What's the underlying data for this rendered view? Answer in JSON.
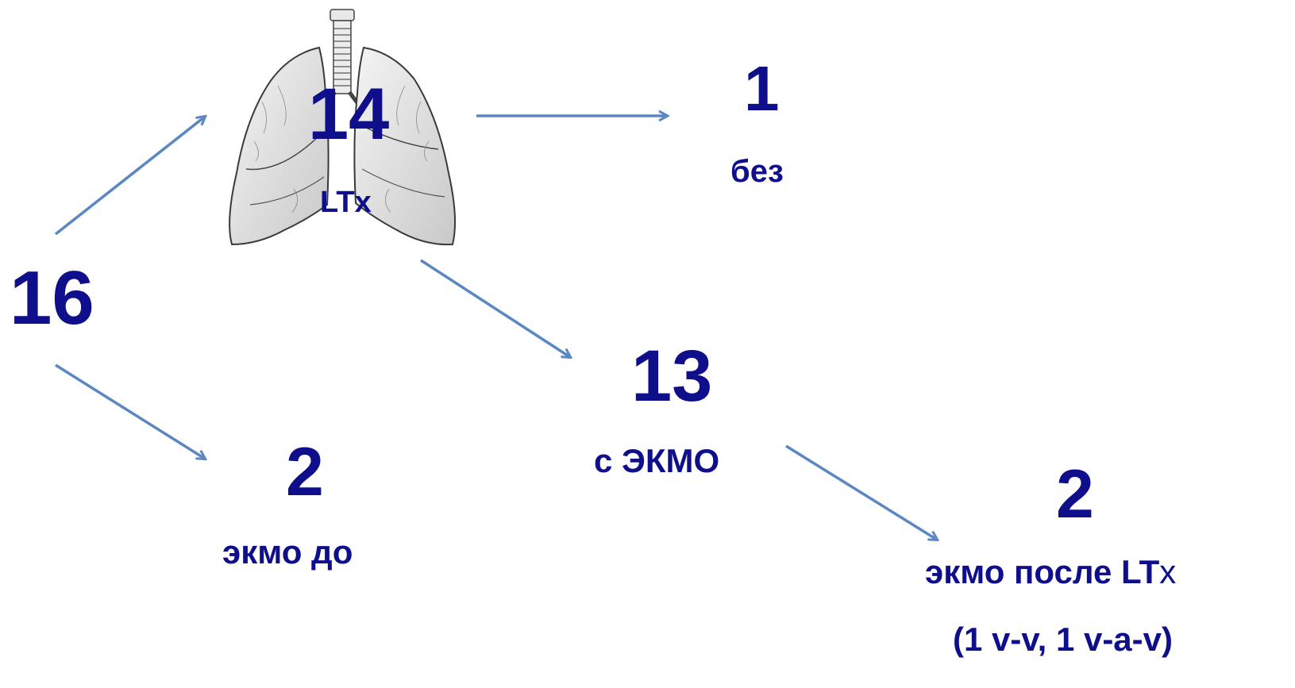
{
  "colors": {
    "text": "#0f0f8c",
    "arrow": "#5b87c2"
  },
  "icons": {
    "lungs": "lungs-illustration-icon"
  },
  "nodes": {
    "total": {
      "value": "16"
    },
    "transplanted": {
      "value": "14",
      "label": "LTx"
    },
    "without_ecmo": {
      "value": "1",
      "label": "без"
    },
    "ecmo_before": {
      "value": "2",
      "label": "экмо до"
    },
    "with_ecmo": {
      "value": "13",
      "label": "с ЭКМО"
    },
    "ecmo_after": {
      "value": "2",
      "label_bold": "экмо после LT",
      "label_tail": "х",
      "sublabel": "(1 v-v, 1 v-a-v)"
    }
  }
}
